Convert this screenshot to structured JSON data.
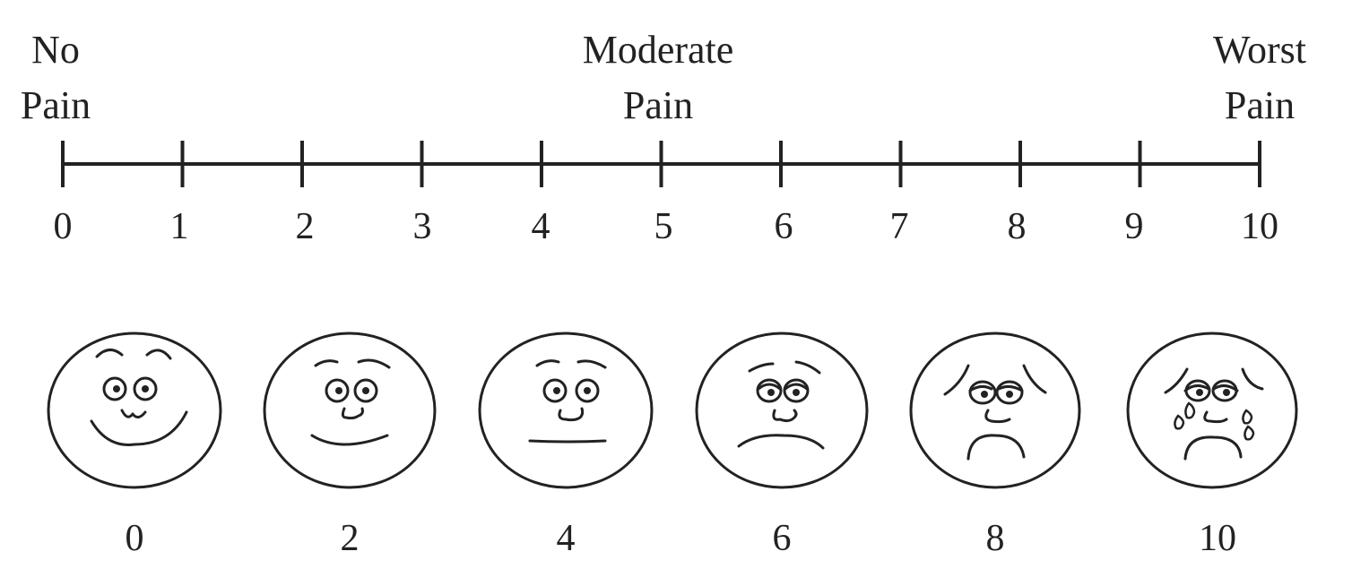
{
  "scale": {
    "anchors": [
      {
        "line1": "No",
        "line2": "Pain",
        "value": 0
      },
      {
        "line1": "Moderate",
        "line2": "Pain",
        "value": 5
      },
      {
        "line1": "Worst",
        "line2": "Pain",
        "value": 10
      }
    ],
    "ticks": [
      "0",
      "1",
      "2",
      "3",
      "4",
      "5",
      "6",
      "7",
      "8",
      "9",
      "10"
    ]
  },
  "faces": [
    {
      "label": "0",
      "value": 0,
      "expression": "big-smile-face-icon"
    },
    {
      "label": "2",
      "value": 2,
      "expression": "smile-face-icon"
    },
    {
      "label": "4",
      "value": 4,
      "expression": "neutral-face-icon"
    },
    {
      "label": "6",
      "value": 6,
      "expression": "frown-face-icon"
    },
    {
      "label": "8",
      "value": 8,
      "expression": "sad-face-icon"
    },
    {
      "label": "10",
      "value": 10,
      "expression": "crying-face-icon"
    }
  ],
  "colors": {
    "ink": "#222222",
    "background": "#ffffff"
  }
}
